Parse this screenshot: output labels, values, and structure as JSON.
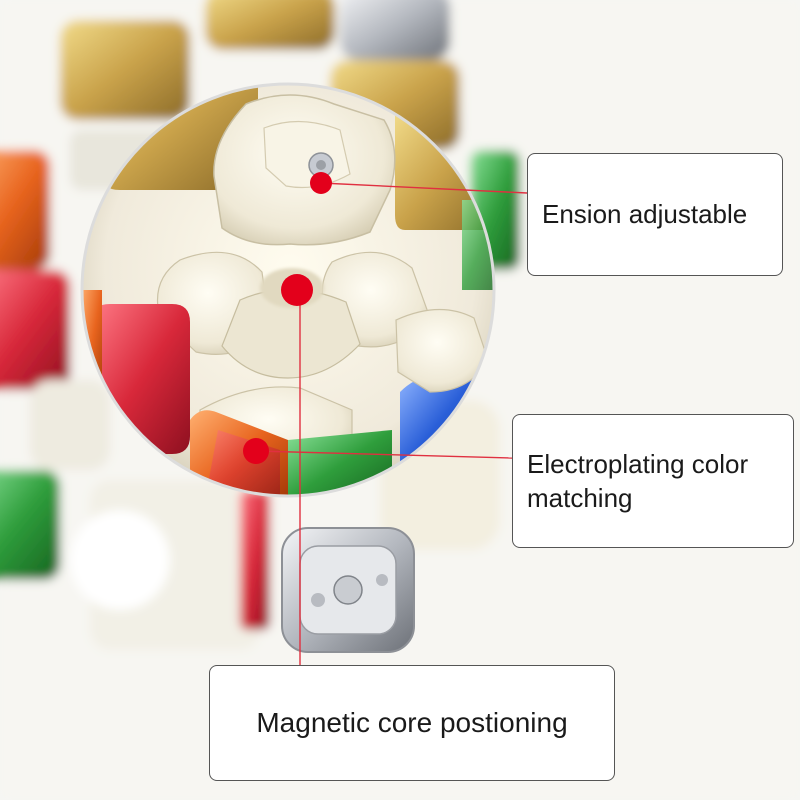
{
  "product_photo": {
    "subject": "speed-cube-interior",
    "colors": {
      "gold": "#c9a24a",
      "red": "#d8283a",
      "orange": "#e8641e",
      "blue": "#2a5fd8",
      "green": "#2f9e3c",
      "silver": "#c4c7cc",
      "core_white": "#f1eedf",
      "marker_red": "#e3001b",
      "leader_line": "#e03040"
    }
  },
  "callouts": {
    "tension": "Ension adjustable",
    "plating": "Electroplating color matching",
    "core": "Magnetic core postioning"
  }
}
